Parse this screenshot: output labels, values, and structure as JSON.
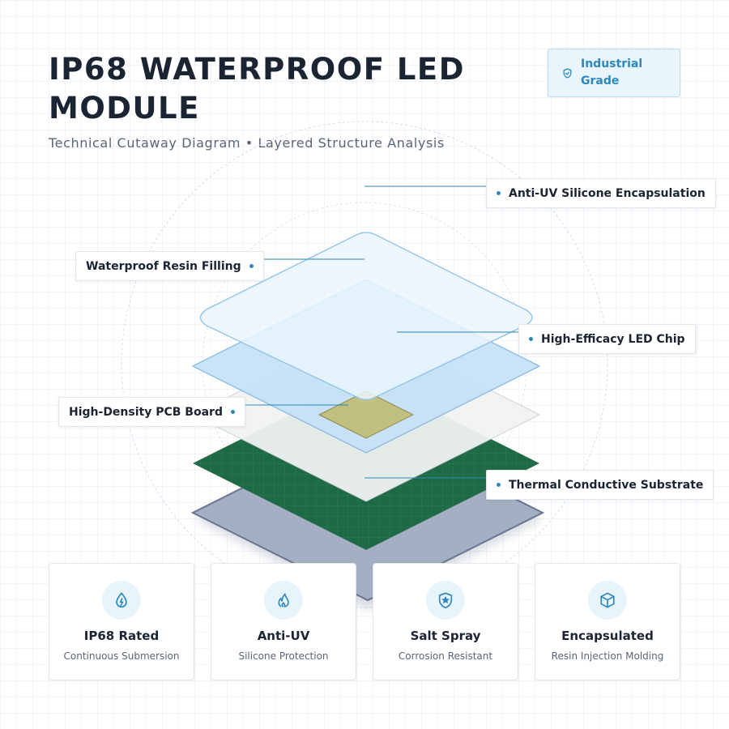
{
  "header": {
    "title": "IP68 WATERPROOF LED MODULE",
    "subtitle": "Technical Cutaway Diagram • Layered Structure Analysis",
    "badge": "Industrial Grade",
    "badge_icon": "shield-check-icon"
  },
  "layers": {
    "silicone": "Anti-UV Silicone Encapsulation",
    "resin": "Waterproof Resin Filling",
    "chip": "High-Efficacy LED Chip",
    "pcb": "High-Density PCB Board",
    "substrate": "Thermal Conductive Substrate"
  },
  "features": [
    {
      "title": "IP68 Rated",
      "desc": "Continuous Submersion",
      "icon": "water-drop-icon"
    },
    {
      "title": "Anti-UV",
      "desc": "Silicone Protection",
      "icon": "flame-icon"
    },
    {
      "title": "Salt Spray",
      "desc": "Corrosion Resistant",
      "icon": "shield-star-icon"
    },
    {
      "title": "Encapsulated",
      "desc": "Resin Injection Molding",
      "icon": "cube-icon"
    }
  ],
  "colors": {
    "accent": "#2d86bd",
    "pcb": "#1e6a46",
    "substrate": "#a3afc3",
    "resin": "#c4e1f6",
    "silicone": "#eaf5fc",
    "chip": "#c1c07e"
  }
}
